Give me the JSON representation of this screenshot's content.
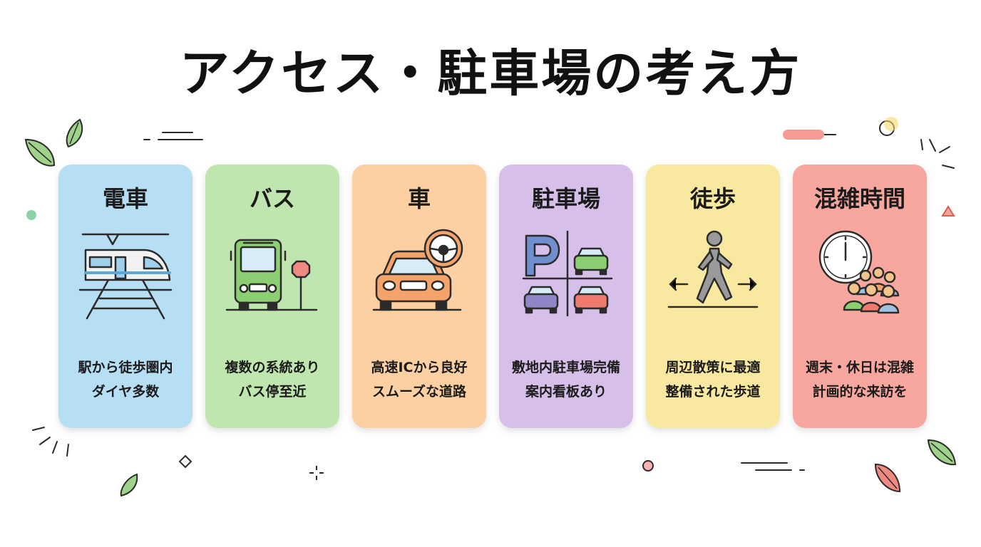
{
  "title": "アクセス・駐車場の考え方",
  "cards": [
    {
      "title": "電車",
      "icon": "train-icon",
      "bg": "#b7dff3",
      "lines": [
        "駅から徒歩圏内",
        "ダイヤ多数"
      ]
    },
    {
      "title": "バス",
      "icon": "bus-icon",
      "bg": "#bfe6ae",
      "lines": [
        "複数の系統あり",
        "バス停至近"
      ]
    },
    {
      "title": "車",
      "icon": "car-icon",
      "bg": "#fcd0a2",
      "lines": [
        "高速ICから良好",
        "スムーズな道路"
      ]
    },
    {
      "title": "駐車場",
      "icon": "parking-icon",
      "bg": "#d6bfe8",
      "lines": [
        "敷地内駐車場完備",
        "案内看板あり"
      ]
    },
    {
      "title": "徒歩",
      "icon": "walking-icon",
      "bg": "#f9e9a0",
      "lines": [
        "周辺散策に最適",
        "整備された歩道"
      ]
    },
    {
      "title": "混雑時間",
      "icon": "clock-crowd-icon",
      "bg": "#f7a79e",
      "lines": [
        "週末・休日は混雑",
        "計画的な来訪を"
      ]
    }
  ],
  "colors": {
    "accent_green": "#8dc96e",
    "accent_red": "#f08a80",
    "accent_yellow": "#f3dc6b",
    "stroke": "#2b2b2b"
  }
}
